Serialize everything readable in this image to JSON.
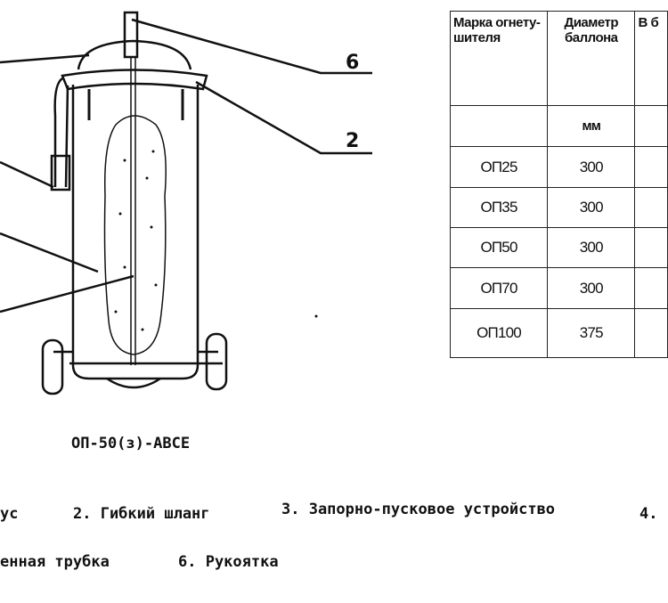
{
  "diagram": {
    "labels": {
      "six": "6",
      "two": "2"
    },
    "caption": "ОП-50(з)-АВСЕ"
  },
  "table": {
    "headers": [
      "Марка огнету-шителя",
      "Диаметр баллона",
      "В б"
    ],
    "units": [
      "",
      "мм",
      ""
    ],
    "rows": [
      [
        "ОП25",
        "300",
        ""
      ],
      [
        "ОП35",
        "300",
        ""
      ],
      [
        "ОП50",
        "300",
        ""
      ],
      [
        "ОП70",
        "300",
        ""
      ],
      [
        "ОП100",
        "375",
        ""
      ]
    ]
  },
  "legend": {
    "item1_tail": "ус",
    "item2": "2. Гибкий шланг",
    "item3": "3. Запорно-пусковое устройство",
    "item4": "4.",
    "item5_tail": "енная трубка",
    "item6": "6. Рукоятка"
  }
}
